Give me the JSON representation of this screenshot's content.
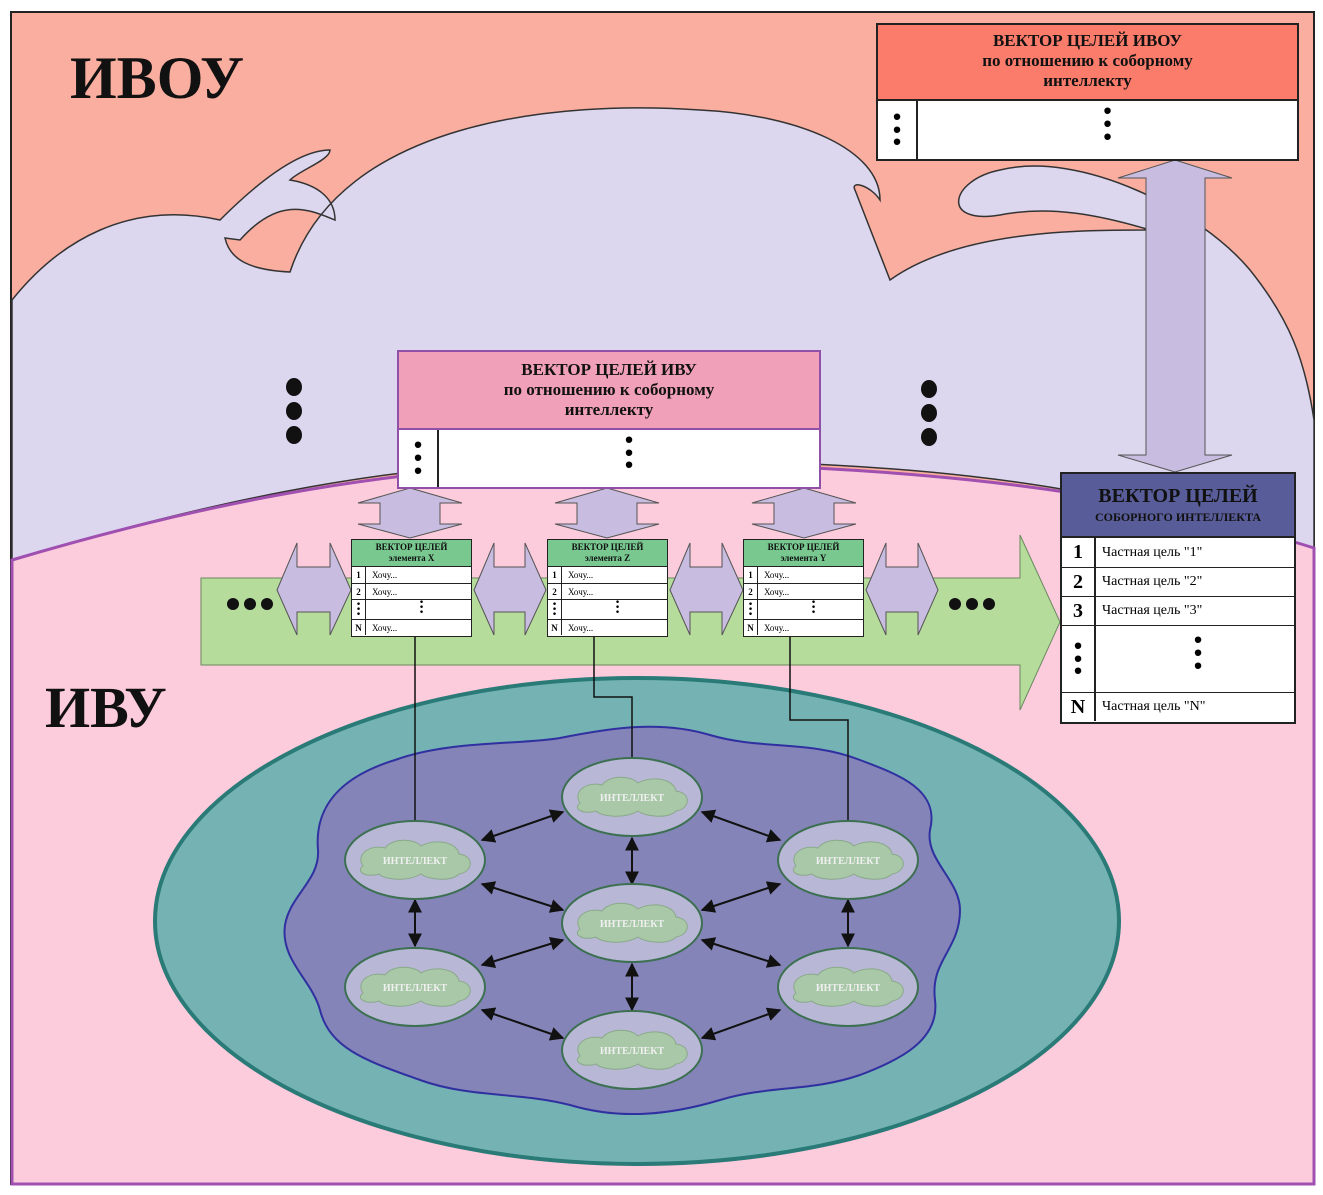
{
  "labels": {
    "ivou": "ИВОУ",
    "ivu": "ИВУ"
  },
  "ivou_vector": {
    "title": "ВЕКТОР ЦЕЛЕЙ ИВОУ",
    "subtitle": "по отношению к соборному интеллекту"
  },
  "ivu_vector": {
    "title": "ВЕКТОР ЦЕЛЕЙ ИВУ",
    "subtitle": "по отношению к соборному интеллекту"
  },
  "sobor_vector": {
    "title": "ВЕКТОР ЦЕЛЕЙ",
    "subtitle": "СОБОРНОГО ИНТЕЛЛЕКТА",
    "rows": [
      {
        "num": "1",
        "text": "Частная цель \"1\""
      },
      {
        "num": "2",
        "text": "Частная цель \"2\""
      },
      {
        "num": "3",
        "text": "Частная цель \"3\""
      },
      {
        "num": "N",
        "text": "Частная цель \"N\""
      }
    ]
  },
  "elements": [
    {
      "title": "ВЕКТОР ЦЕЛЕЙ",
      "subtitle": "элемента X",
      "rows": [
        {
          "num": "1",
          "text": "Хочу..."
        },
        {
          "num": "2",
          "text": "Хочу..."
        },
        {
          "num": "N",
          "text": "Хочу..."
        }
      ]
    },
    {
      "title": "ВЕКТОР ЦЕЛЕЙ",
      "subtitle": "элемента  Z",
      "rows": [
        {
          "num": "1",
          "text": "Хочу..."
        },
        {
          "num": "2",
          "text": "Хочу..."
        },
        {
          "num": "N",
          "text": "Хочу..."
        }
      ]
    },
    {
      "title": "ВЕКТОР ЦЕЛЕЙ",
      "subtitle": "элемента  Y",
      "rows": [
        {
          "num": "1",
          "text": "Хочу..."
        },
        {
          "num": "2",
          "text": "Хочу..."
        },
        {
          "num": "N",
          "text": "Хочу..."
        }
      ]
    }
  ],
  "nodes": [
    {
      "label": "ИНТЕЛЛЕКТ"
    },
    {
      "label": "ИНТЕЛЛЕКТ"
    },
    {
      "label": "ИНТЕЛЛЕКТ"
    },
    {
      "label": "ИНТЕЛЛЕКТ"
    },
    {
      "label": "ИНТЕЛЛЕКТ"
    },
    {
      "label": "ИНТЕЛЛЕКТ"
    },
    {
      "label": "ИНТЕЛЛЕКТ"
    }
  ],
  "colors": {
    "ivou_bg": "#f9aea0",
    "cloud": "#dcd6ee",
    "ivu_bg": "#fccbdc",
    "ivou_head": "#fc7c6c",
    "ivu_head": "#f0a0b8",
    "sobor_head": "#585c98",
    "element_head": "#78c890",
    "green_arrow": "#b6dc9c",
    "lavender_arrow": "#c8bce0",
    "ellipse_outer": "#74b2b4",
    "blob": "#8484b8",
    "node": "#b8b8d6"
  }
}
